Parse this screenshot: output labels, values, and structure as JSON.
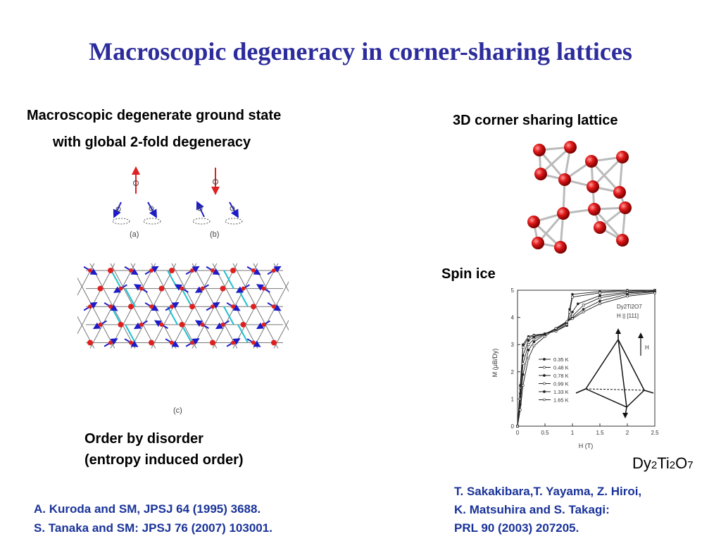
{
  "slide": {
    "title": "Macroscopic degeneracy in corner-sharing lattices",
    "left_heading_1": "Macroscopic degenerate ground state",
    "left_heading_2": "with global 2-fold degeneracy",
    "fig_label_a": "(a)",
    "fig_label_b": "(b)",
    "fig_label_c": "(c)",
    "order_line_1": "Order by disorder",
    "order_line_2": "(entropy induced order)",
    "ref_left_1": "A. Kuroda and SM, JPSJ 64 (1995) 3688.",
    "ref_left_2": "S. Tanaka and SM: JPSJ 76 (2007) 103001.",
    "right_heading": "3D corner sharing lattice",
    "spin_ice_label": "Spin ice",
    "formula": {
      "dy": "Dy",
      "two": "2",
      "ti": "Ti",
      "two_b": "2",
      "o": "O",
      "seven": "7"
    },
    "ref_right_1": "T. Sakakibara,T. Yayama, Z. Hiroi,",
    "ref_right_2": "K. Matsuhira and S. Takagi:",
    "ref_right_3": "PRL 90 (2003) 207205."
  },
  "colors": {
    "title": "#2c2c9c",
    "reference": "#1a3399",
    "spin_arrow": "#1c1cc8",
    "site_red": "#e02020",
    "bond_cyan": "#20c0d0"
  },
  "chart_data": {
    "type": "line",
    "xlabel": "H (T)",
    "ylabel": "M (μB/Dy)",
    "xlim": [
      0,
      2.5
    ],
    "ylim": [
      0,
      5
    ],
    "xticks": [
      "0",
      "0.5",
      "1",
      "1.5",
      "2",
      "2.5"
    ],
    "yticks": [
      "0",
      "1",
      "2",
      "3",
      "4",
      "5"
    ],
    "inset_title": "Dy2Ti2O7",
    "inset_subtitle": "H || [111]",
    "field_arrow_label": "H",
    "grid": false,
    "legend_position": "center-left",
    "series": [
      {
        "name": "0.35 K",
        "x": [
          0,
          0.05,
          0.1,
          0.2,
          0.3,
          0.5,
          0.7,
          0.9,
          0.95,
          1.0,
          1.5,
          2.0,
          2.5
        ],
        "y": [
          0,
          1.5,
          3.0,
          3.3,
          3.35,
          3.4,
          3.5,
          3.7,
          4.3,
          4.85,
          4.95,
          5.0,
          5.0
        ]
      },
      {
        "name": "0.48 K",
        "x": [
          0,
          0.05,
          0.1,
          0.2,
          0.3,
          0.5,
          0.7,
          0.9,
          0.95,
          1.0,
          1.5,
          2.0,
          2.5
        ],
        "y": [
          0,
          1.4,
          2.9,
          3.25,
          3.32,
          3.4,
          3.5,
          3.75,
          4.2,
          4.75,
          4.9,
          4.97,
          5.0
        ]
      },
      {
        "name": "0.78 K",
        "x": [
          0,
          0.05,
          0.1,
          0.2,
          0.3,
          0.5,
          0.7,
          0.9,
          1.0,
          1.1,
          1.5,
          2.0,
          2.5
        ],
        "y": [
          0,
          1.2,
          2.6,
          3.15,
          3.28,
          3.4,
          3.55,
          3.8,
          4.2,
          4.5,
          4.8,
          4.93,
          4.98
        ]
      },
      {
        "name": "0.99 K",
        "x": [
          0,
          0.05,
          0.1,
          0.2,
          0.3,
          0.5,
          0.7,
          0.9,
          1.0,
          1.2,
          1.5,
          2.0,
          2.5
        ],
        "y": [
          0,
          1.0,
          2.3,
          3.0,
          3.2,
          3.4,
          3.58,
          3.82,
          4.05,
          4.45,
          4.72,
          4.9,
          4.96
        ]
      },
      {
        "name": "1.33 K",
        "x": [
          0,
          0.05,
          0.1,
          0.2,
          0.3,
          0.5,
          0.7,
          0.9,
          1.0,
          1.2,
          1.5,
          2.0,
          2.5
        ],
        "y": [
          0,
          0.8,
          1.9,
          2.8,
          3.1,
          3.38,
          3.6,
          3.85,
          3.98,
          4.3,
          4.6,
          4.85,
          4.94
        ]
      },
      {
        "name": "1.65 K",
        "x": [
          0,
          0.05,
          0.1,
          0.2,
          0.3,
          0.5,
          0.7,
          0.9,
          1.0,
          1.2,
          1.5,
          2.0,
          2.5
        ],
        "y": [
          0,
          0.6,
          1.5,
          2.5,
          2.95,
          3.3,
          3.6,
          3.85,
          3.95,
          4.2,
          4.5,
          4.78,
          4.9
        ]
      }
    ]
  }
}
